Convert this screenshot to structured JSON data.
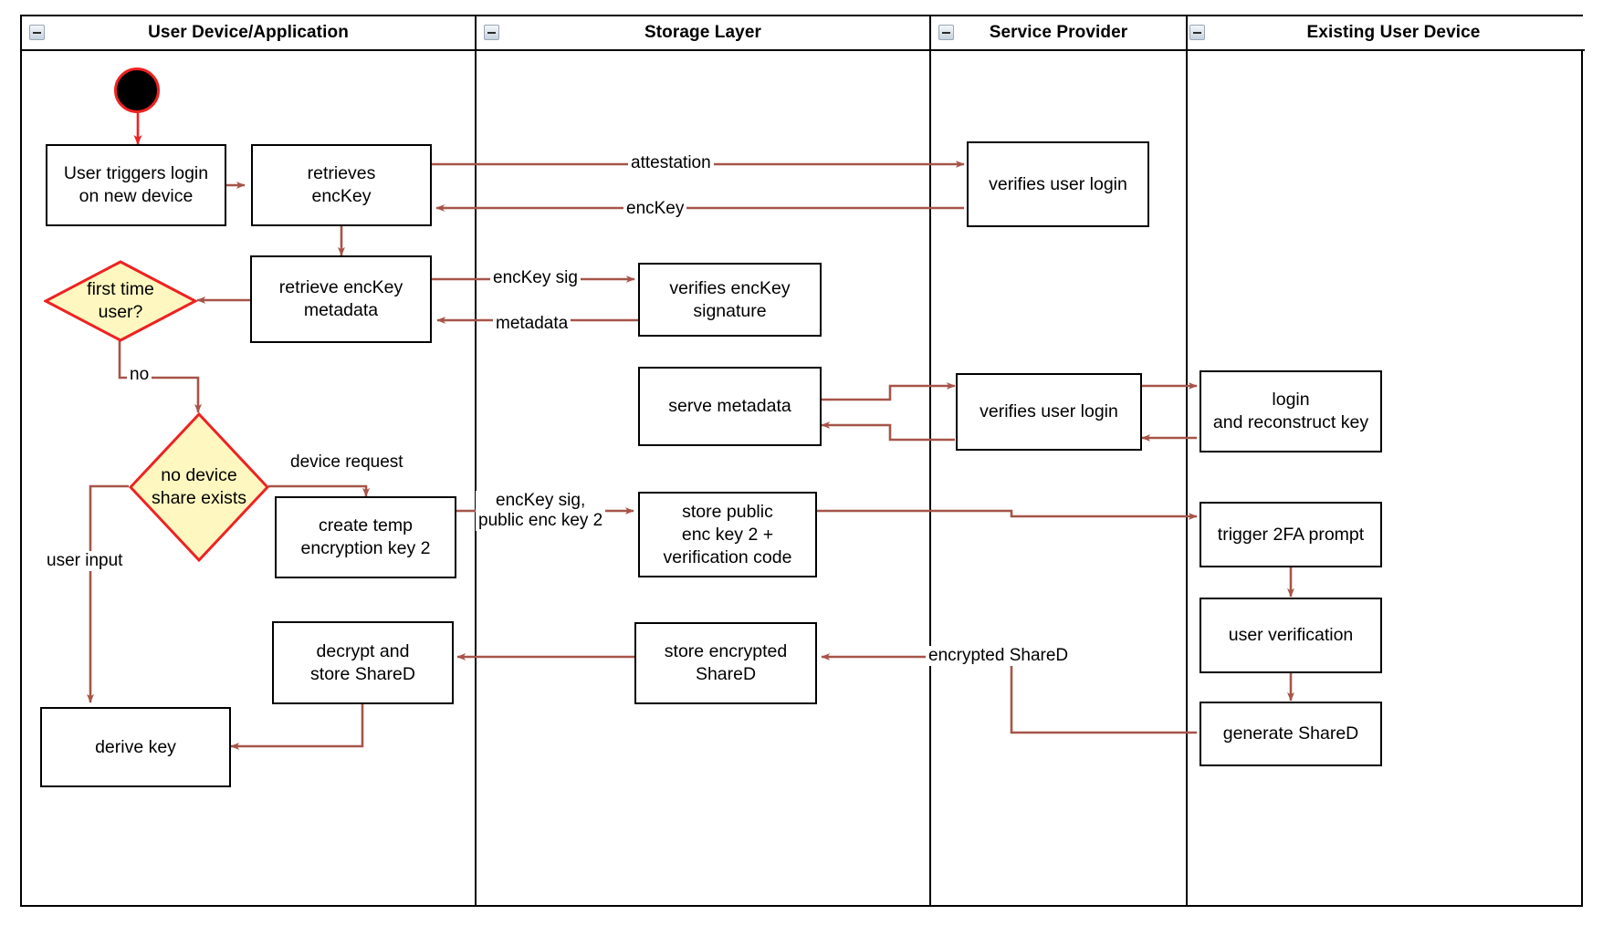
{
  "diagram": {
    "type": "uml-activity-swimlane",
    "title": "",
    "colors": {
      "edge": "#a65449",
      "decision_border": "#ff0000",
      "decision_fill": "#fff7c0",
      "node_border": "#000000",
      "node_fill": "#ffffff",
      "lane_border": "#000000",
      "start_node_fill": "#000000",
      "start_node_border": "#ff0000"
    },
    "lanes": [
      {
        "id": "user-device",
        "label": "User Device/Application",
        "icon": "collapse-icon"
      },
      {
        "id": "storage-layer",
        "label": "Storage Layer",
        "icon": "collapse-icon"
      },
      {
        "id": "service-provider",
        "label": "Service Provider",
        "icon": "collapse-icon"
      },
      {
        "id": "existing-user-device",
        "label": "Existing User Device",
        "icon": "collapse-icon"
      }
    ],
    "nodes": [
      {
        "id": "start",
        "lane": "user-device",
        "shape": "initial-node",
        "label": ""
      },
      {
        "id": "user-triggers-login",
        "lane": "user-device",
        "shape": "action",
        "label": "User triggers login\non new device"
      },
      {
        "id": "retrieves-enckey",
        "lane": "user-device",
        "shape": "action",
        "label": "retrieves\nencKey"
      },
      {
        "id": "retrieve-enckey-metadata",
        "lane": "user-device",
        "shape": "action",
        "label": "retrieve encKey\nmetadata"
      },
      {
        "id": "first-time-user",
        "lane": "user-device",
        "shape": "decision",
        "label": "first time\nuser?"
      },
      {
        "id": "no-device-share-exists",
        "lane": "user-device",
        "shape": "decision",
        "label": "no device\nshare exists"
      },
      {
        "id": "create-temp-encryption-key-2",
        "lane": "user-device",
        "shape": "action",
        "label": "create temp\nencryption key 2"
      },
      {
        "id": "decrypt-and-store-shared",
        "lane": "user-device",
        "shape": "action",
        "label": "decrypt and\nstore ShareD"
      },
      {
        "id": "derive-key",
        "lane": "user-device",
        "shape": "action",
        "label": "derive key"
      },
      {
        "id": "verifies-enckey-signature",
        "lane": "storage-layer",
        "shape": "action",
        "label": "verifies encKey\nsignature"
      },
      {
        "id": "serve-metadata",
        "lane": "storage-layer",
        "shape": "action",
        "label": "serve metadata"
      },
      {
        "id": "store-public-enc-key-2",
        "lane": "storage-layer",
        "shape": "action",
        "label": "store public\nenc key 2 +\nverification code"
      },
      {
        "id": "store-encrypted-shared",
        "lane": "storage-layer",
        "shape": "action",
        "label": "store encrypted\nShareD"
      },
      {
        "id": "verifies-user-login-1",
        "lane": "service-provider",
        "shape": "action",
        "label": "verifies user login"
      },
      {
        "id": "verifies-user-login-2",
        "lane": "service-provider",
        "shape": "action",
        "label": "verifies user login"
      },
      {
        "id": "login-and-reconstruct-key",
        "lane": "existing-user-device",
        "shape": "action",
        "label": "login\nand reconstruct key"
      },
      {
        "id": "trigger-2fa-prompt",
        "lane": "existing-user-device",
        "shape": "action",
        "label": "trigger 2FA prompt"
      },
      {
        "id": "user-verification",
        "lane": "existing-user-device",
        "shape": "action",
        "label": "user verification"
      },
      {
        "id": "generate-shared",
        "lane": "existing-user-device",
        "shape": "action",
        "label": "generate ShareD"
      }
    ],
    "edges": [
      {
        "id": "e-start",
        "from": "start",
        "to": "user-triggers-login",
        "label": ""
      },
      {
        "id": "e-login-retrieves",
        "from": "user-triggers-login",
        "to": "retrieves-enckey",
        "label": ""
      },
      {
        "id": "e-attestation",
        "from": "retrieves-enckey",
        "to": "verifies-user-login-1",
        "label": "attestation"
      },
      {
        "id": "e-enckey",
        "from": "verifies-user-login-1",
        "to": "retrieves-enckey",
        "label": "encKey"
      },
      {
        "id": "e-retrieves-metadata",
        "from": "retrieves-enckey",
        "to": "retrieve-enckey-metadata",
        "label": ""
      },
      {
        "id": "e-enckey-sig",
        "from": "retrieve-enckey-metadata",
        "to": "verifies-enckey-signature",
        "label": "encKey sig"
      },
      {
        "id": "e-metadata",
        "from": "verifies-enckey-signature",
        "to": "retrieve-enckey-metadata",
        "label": "metadata"
      },
      {
        "id": "e-metadata-firsttime",
        "from": "retrieve-enckey-metadata",
        "to": "first-time-user",
        "label": ""
      },
      {
        "id": "e-no",
        "from": "first-time-user",
        "to": "no-device-share-exists",
        "label": "no"
      },
      {
        "id": "e-device-request",
        "from": "no-device-share-exists",
        "to": "create-temp-encryption-key-2",
        "label": "device request"
      },
      {
        "id": "e-user-input",
        "from": "no-device-share-exists",
        "to": "derive-key",
        "label": "user input"
      },
      {
        "id": "e-enckey-sig-pub2",
        "from": "create-temp-encryption-key-2",
        "to": "store-public-enc-key-2",
        "label": "encKey sig,\npublic enc key 2"
      },
      {
        "id": "e-store-pub-to-2fa",
        "from": "store-public-enc-key-2",
        "to": "trigger-2fa-prompt",
        "label": ""
      },
      {
        "id": "e-login-to-sp",
        "from": "login-and-reconstruct-key",
        "to": "verifies-user-login-2",
        "label": ""
      },
      {
        "id": "e-sp-to-login",
        "from": "verifies-user-login-2",
        "to": "login-and-reconstruct-key",
        "label": ""
      },
      {
        "id": "e-sp-to-serve",
        "from": "verifies-user-login-2",
        "to": "serve-metadata",
        "label": ""
      },
      {
        "id": "e-serve-to-sp",
        "from": "serve-metadata",
        "to": "verifies-user-login-2",
        "label": ""
      },
      {
        "id": "e-login-to-2fa",
        "from": "login-and-reconstruct-key",
        "to": "trigger-2fa-prompt",
        "label": ""
      },
      {
        "id": "e-2fa-to-verify",
        "from": "trigger-2fa-prompt",
        "to": "user-verification",
        "label": ""
      },
      {
        "id": "e-verify-to-gen",
        "from": "user-verification",
        "to": "generate-shared",
        "label": ""
      },
      {
        "id": "e-encrypted-shared",
        "from": "generate-shared",
        "to": "store-encrypted-shared",
        "label": "encrypted ShareD"
      },
      {
        "id": "e-store-to-decrypt",
        "from": "store-encrypted-shared",
        "to": "decrypt-and-store-shared",
        "label": ""
      },
      {
        "id": "e-decrypt-to-derive",
        "from": "decrypt-and-store-shared",
        "to": "derive-key",
        "label": ""
      }
    ],
    "edge_labels": {
      "attestation": "attestation",
      "enckey": "encKey",
      "enckey_sig": "encKey sig",
      "metadata": "metadata",
      "no": "no",
      "device_request": "device request",
      "user_input": "user input",
      "enckey_sig_pub2": "encKey sig,\npublic enc key 2",
      "encrypted_shared": "encrypted ShareD"
    }
  }
}
